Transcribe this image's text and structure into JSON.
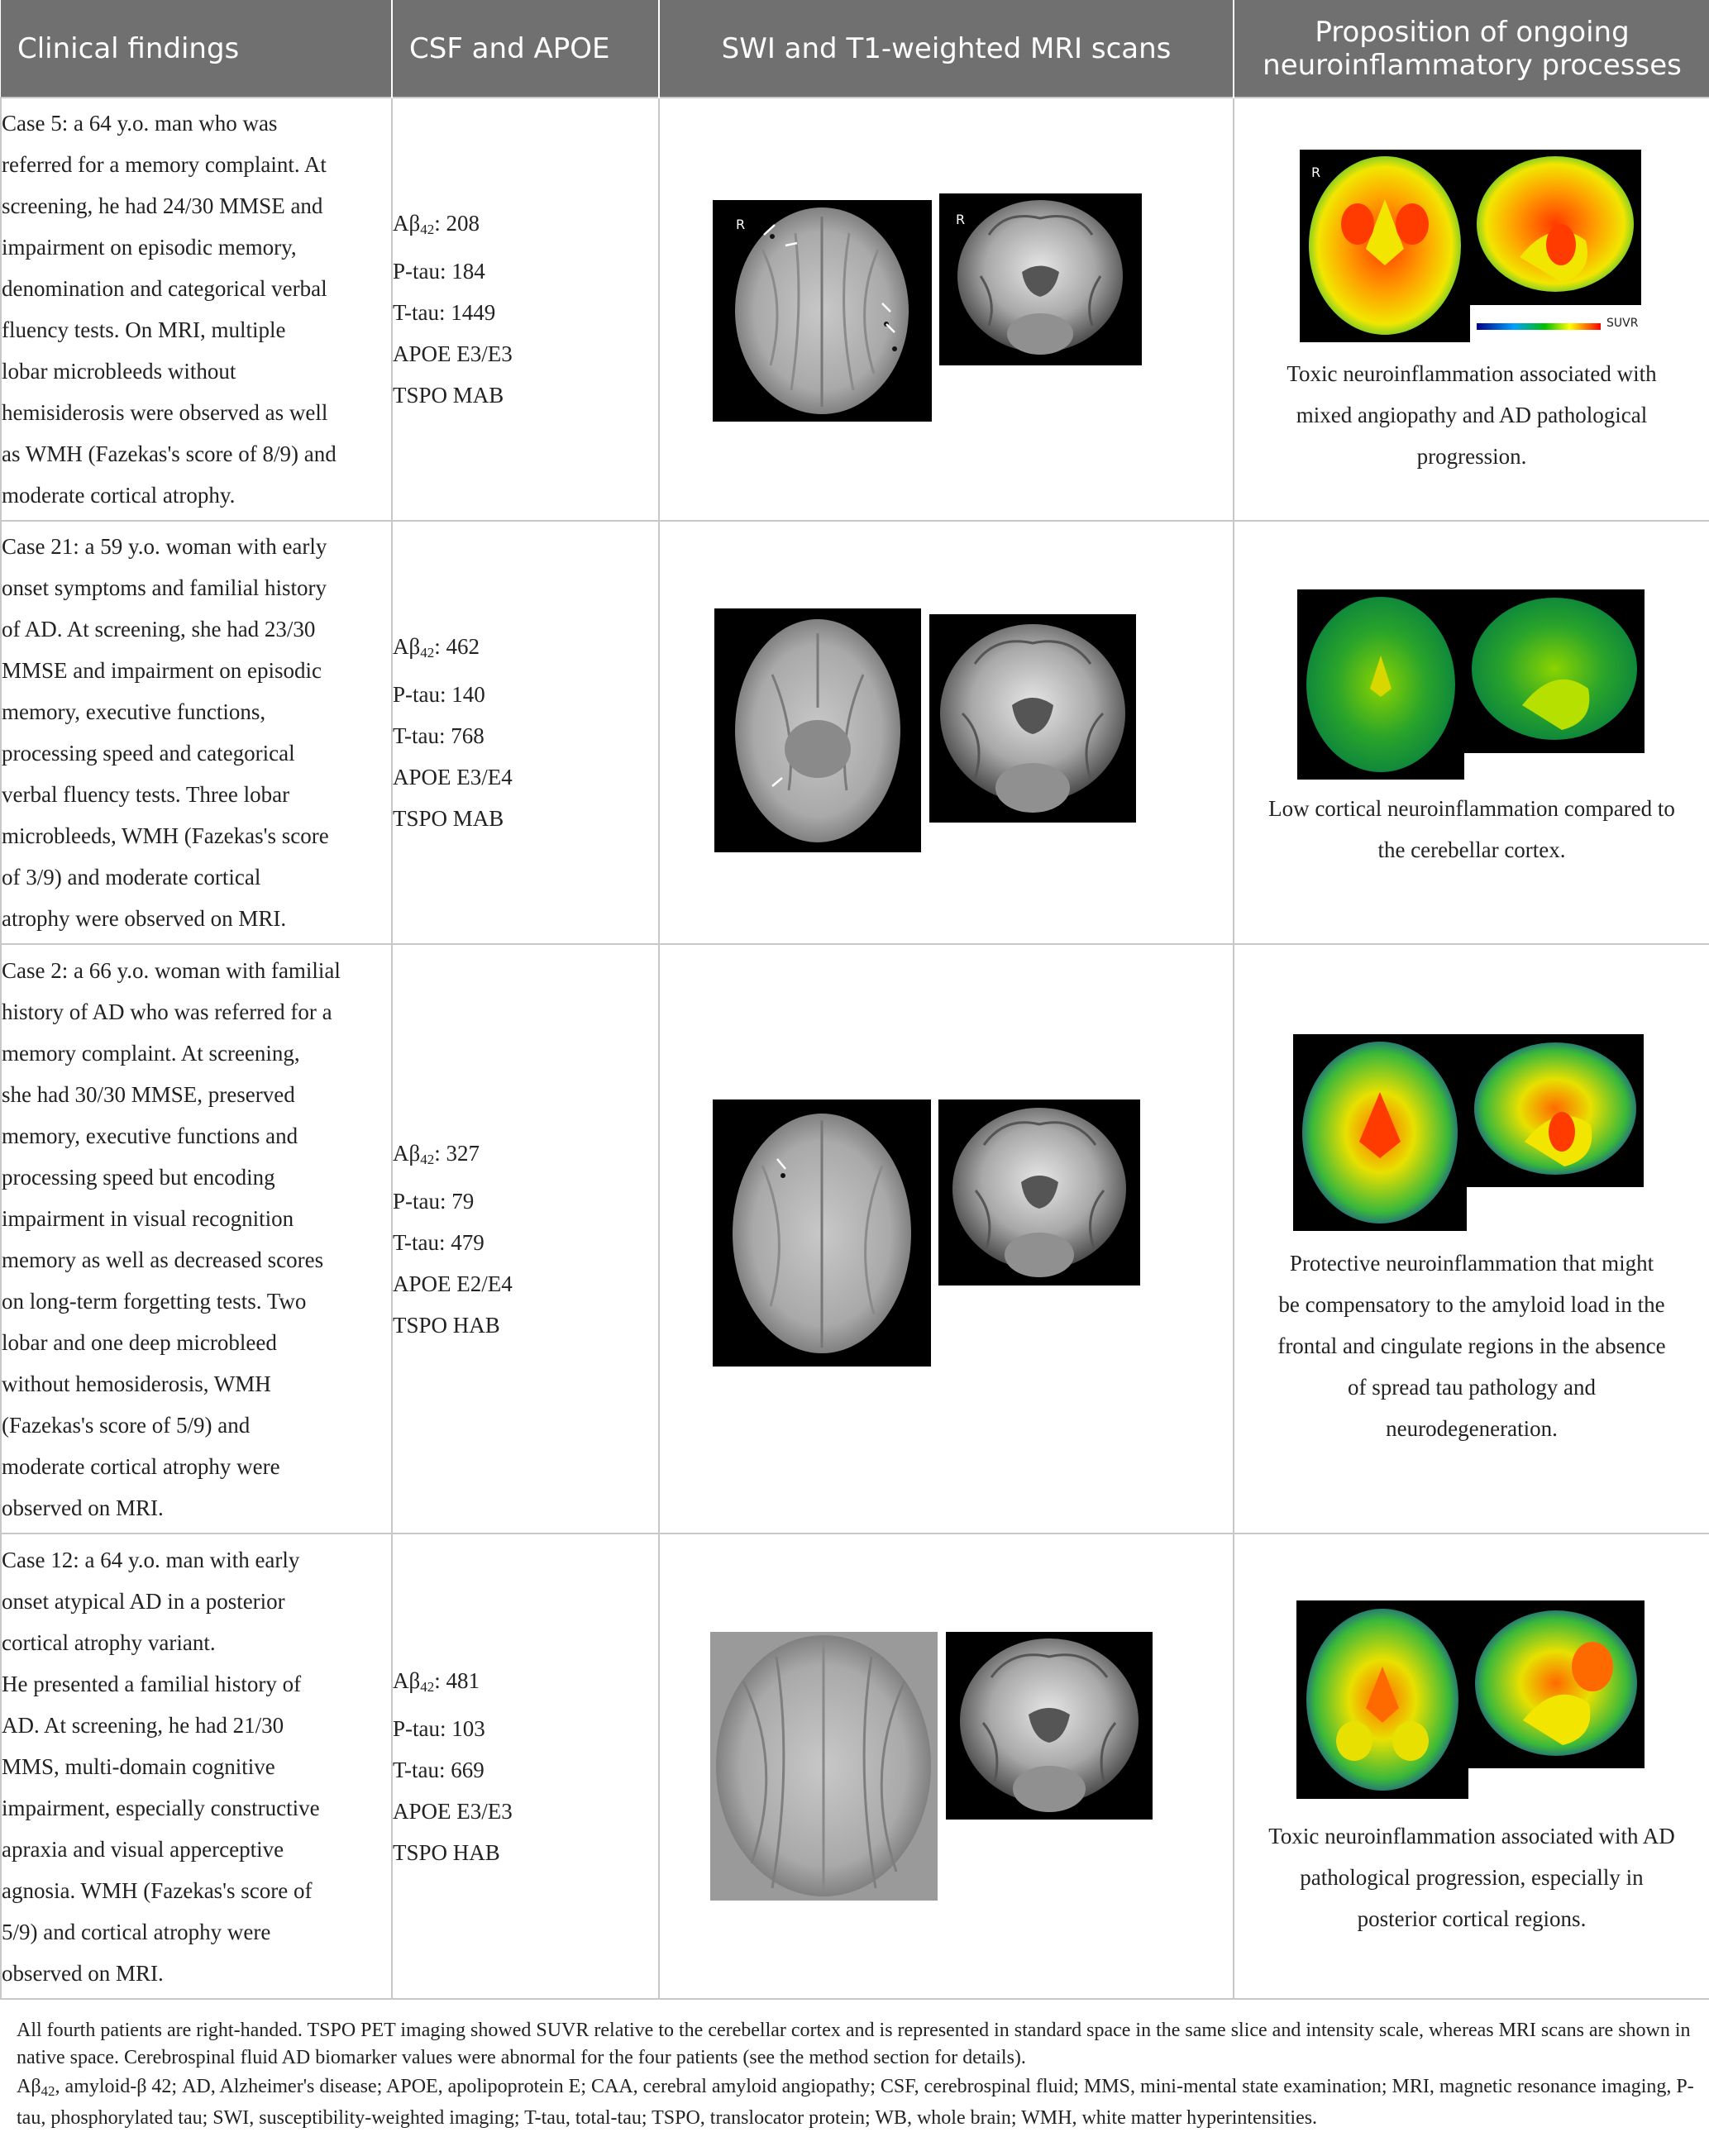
{
  "headers": [
    "Clinical findings",
    "CSF and APOE",
    "SWI and T1-weighted MRI scans",
    "Proposition of ongoing neuroinflammatory processes"
  ],
  "header_c4_lines": [
    "Proposition of ongoing",
    "neuroinflammatory processes"
  ],
  "rows": [
    {
      "clinical": [
        "Case 5: a 64 y.o. man who was",
        "referred for a memory complaint. At",
        "screening, he had 24/30 MMSE and",
        "impairment on episodic memory,",
        "denomination and categorical verbal",
        "fluency tests. On MRI, multiple",
        "lobar microbleeds without",
        "hemisiderosis were observed as well",
        "as WMH (Fazekas's score of 8/9) and",
        "moderate cortical atrophy."
      ],
      "csf": {
        "abeta_label": "Aβ",
        "abeta_sub": "42",
        "abeta_value": ": 208",
        "ptau": "P-tau: 184",
        "ttau": "T-tau: 1449",
        "apoe": "APOE E3/E3",
        "tspo": "TSPO MAB"
      },
      "caption": [
        "Toxic neuroinflammation associated with",
        "mixed angiopathy and AD pathological",
        "progression."
      ],
      "marks": {
        "swi": "R",
        "t1": "R",
        "pet": "R",
        "colorbar": "SUVR"
      }
    },
    {
      "clinical": [
        "Case 21: a 59 y.o. woman with early",
        "onset symptoms and familial history",
        "of AD. At screening, she had 23/30",
        "MMSE and impairment on episodic",
        "memory, executive functions,",
        "processing speed and categorical",
        "verbal fluency tests. Three lobar",
        "microbleeds, WMH (Fazekas's score",
        "of 3/9) and moderate cortical",
        "atrophy were observed on MRI."
      ],
      "csf": {
        "abeta_label": "Aβ",
        "abeta_sub": "42",
        "abeta_value": ": 462",
        "ptau": "P-tau: 140",
        "ttau": "T-tau: 768",
        "apoe": "APOE E3/E4",
        "tspo": "TSPO MAB"
      },
      "caption": [
        "Low cortical neuroinflammation compared to",
        "the cerebellar cortex."
      ]
    },
    {
      "clinical": [
        "Case 2: a 66 y.o. woman with familial",
        "history of AD who was referred for a",
        "memory complaint. At screening,",
        "she had 30/30 MMSE, preserved",
        "memory, executive functions and",
        "processing speed but encoding",
        "impairment in visual recognition",
        "memory as well as decreased scores",
        "on long-term forgetting tests. Two",
        "lobar and one deep microbleed",
        "without hemosiderosis, WMH",
        "(Fazekas's score of 5/9) and",
        "moderate cortical atrophy were",
        "observed on MRI."
      ],
      "csf": {
        "abeta_label": "Aβ",
        "abeta_sub": "42",
        "abeta_value": ": 327",
        "ptau": "P-tau: 79",
        "ttau": "T-tau: 479",
        "apoe": "APOE E2/E4",
        "tspo": "TSPO HAB"
      },
      "caption": [
        "Protective neuroinflammation that might",
        "be compensatory to the amyloid load in the",
        "frontal and cingulate regions in the absence",
        "of spread tau pathology and",
        "neurodegeneration."
      ]
    },
    {
      "clinical": [
        "Case 12: a 64 y.o. man with early",
        "onset atypical AD in a posterior",
        "cortical atrophy variant.",
        "He presented a familial history of",
        "AD. At screening, he had 21/30",
        "MMS, multi-domain cognitive",
        "impairment, especially constructive",
        "apraxia and visual apperceptive",
        "agnosia. WMH (Fazekas's score of",
        "5/9) and cortical atrophy were",
        "observed on MRI."
      ],
      "csf": {
        "abeta_label": "Aβ",
        "abeta_sub": "42",
        "abeta_value": ": 481",
        "ptau": "P-tau: 103",
        "ttau": "T-tau: 669",
        "apoe": "APOE E3/E3",
        "tspo": "TSPO HAB"
      },
      "caption": [
        "Toxic neuroinflammation associated with AD",
        "pathological progression, especially in",
        "posterior cortical regions."
      ]
    }
  ],
  "footer": {
    "note": "All fourth patients are right-handed. TSPO PET imaging showed SUVR relative to the cerebellar cortex and is represented in standard space in the same slice and intensity scale, whereas MRI scans are shown in native space. Cerebrospinal fluid AD biomarker values were abnormal for the four patients (see the method section for details).",
    "abbr_label": "Aβ",
    "abbr_sub": "42",
    "abbreviations": ", amyloid-β 42; AD, Alzheimer's disease; APOE, apolipoprotein E; CAA, cerebral amyloid angiopathy; CSF, cerebrospinal fluid; MMS, mini-mental state examination; MRI, magnetic resonance imaging, P-tau, phosphorylated tau; SWI, susceptibility-weighted imaging; T-tau, total-tau; TSPO, translocator protein; WB, whole brain; WMH, white matter hyperintensities."
  }
}
